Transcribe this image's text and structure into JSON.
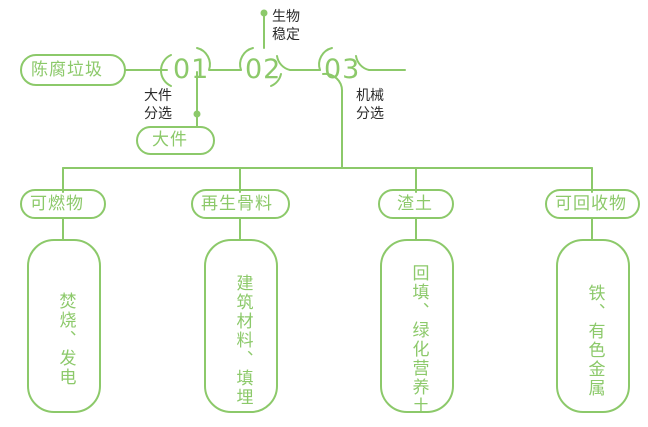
{
  "diagram": {
    "title_node": {
      "label": "陈腐垃圾"
    },
    "accent_color": "#8cc96a",
    "text_dark": "#2b2b2b",
    "background": "#ffffff",
    "stages": [
      {
        "number": "01",
        "process_label": "大件\n分选",
        "process_label_line1": "大件",
        "process_label_line2": "分选"
      },
      {
        "number": "02",
        "process_label": "生物\n稳定",
        "process_label_line1": "生物",
        "process_label_line2": "稳定"
      },
      {
        "number": "03",
        "process_label": "机械\n分选",
        "process_label_line1": "机械",
        "process_label_line2": "分选"
      }
    ],
    "bulky_output": {
      "label": "大件"
    },
    "outputs": [
      {
        "label": "可燃物",
        "detail": "焚烧、发电"
      },
      {
        "label": "再生骨料",
        "detail": "建筑材料、填埋"
      },
      {
        "label": "渣土",
        "detail": "回填、绿化营养土"
      },
      {
        "label": "可回收物",
        "detail": "铁、有色金属"
      }
    ]
  }
}
